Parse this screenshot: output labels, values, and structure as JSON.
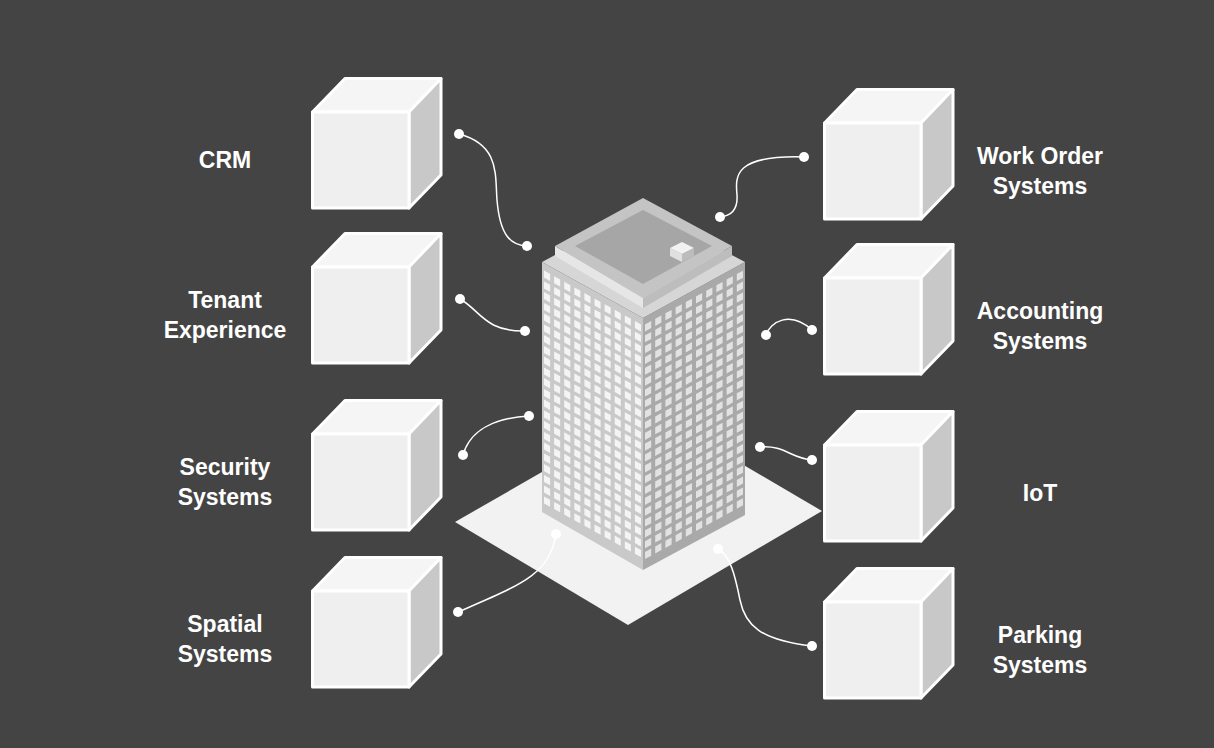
{
  "diagram": {
    "nodes": [
      {
        "text": [
          "CRM"
        ]
      },
      {
        "text": [
          "Work Order Systems"
        ]
      },
      {
        "text": [
          "Tenant Experience"
        ]
      },
      {
        "text": [
          "Accounting Systems"
        ]
      },
      {
        "text": [
          "Security Systems"
        ]
      },
      {
        "text": [
          "IoT"
        ]
      },
      {
        "text": [
          "Spatial Systems"
        ]
      },
      {
        "text": [
          "Parking Systems"
        ]
      }
    ]
  }
}
